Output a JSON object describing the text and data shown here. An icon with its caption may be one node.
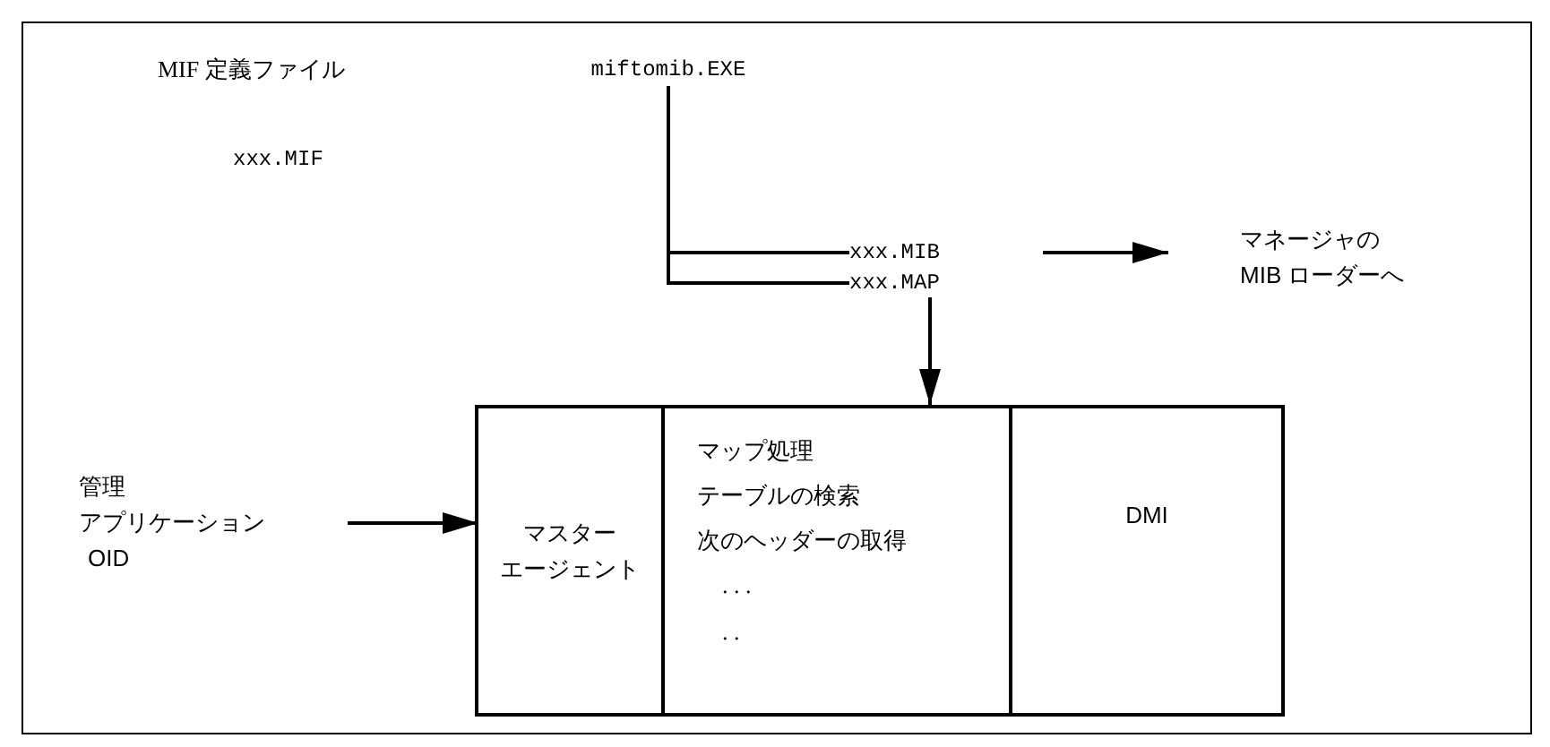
{
  "diagram": {
    "nodes": [
      {
        "text": [
          "miftomib.EXE"
        ]
      },
      {
        "text": [
          "xxx.MIB"
        ]
      },
      {
        "text": [
          "xxx.MAP"
        ]
      },
      {
        "text": [
          "マネージャの",
          "MIB ローダーへ"
        ]
      },
      {
        "text": [],
        "shape": "box"
      },
      {
        "text": [
          "マスター",
          "エージェント"
        ],
        "in": 4
      },
      {
        "text": [
          "マップ処理",
          "テーブルの検索",
          "次のヘッダーの取得",
          ". . .",
          ". ."
        ],
        "in": 4
      },
      {
        "text": [
          "DMI"
        ],
        "in": 4
      },
      {
        "text": [
          "管理",
          "アプリケーション",
          "OID"
        ]
      }
    ],
    "edges": [
      {
        "from": 0,
        "to": 1,
        "arrow": "none"
      },
      {
        "from": 0,
        "to": 2,
        "arrow": "none"
      },
      {
        "from": 1,
        "to": 3,
        "arrow": "to"
      },
      {
        "from": 2,
        "to": 4,
        "arrow": "to"
      },
      {
        "from": 8,
        "to": 5,
        "arrow": "to"
      }
    ],
    "labels": [
      "MIF 定義ファイル",
      "xxx.MIF"
    ]
  }
}
